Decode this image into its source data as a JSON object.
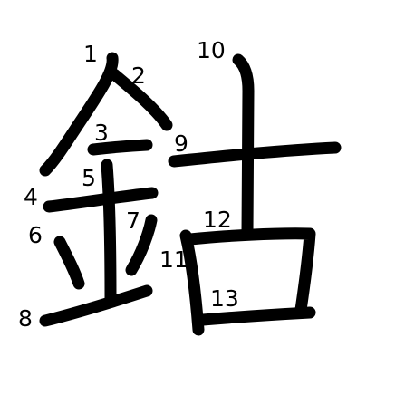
{
  "strokes": [
    {
      "order": "1"
    },
    {
      "order": "2"
    },
    {
      "order": "3"
    },
    {
      "order": "4"
    },
    {
      "order": "5"
    },
    {
      "order": "6"
    },
    {
      "order": "7"
    },
    {
      "order": "8"
    },
    {
      "order": "9"
    },
    {
      "order": "10"
    },
    {
      "order": "11"
    },
    {
      "order": "12"
    },
    {
      "order": "13"
    }
  ],
  "colors": {
    "background": "#ffffff",
    "ink": "#000000"
  }
}
